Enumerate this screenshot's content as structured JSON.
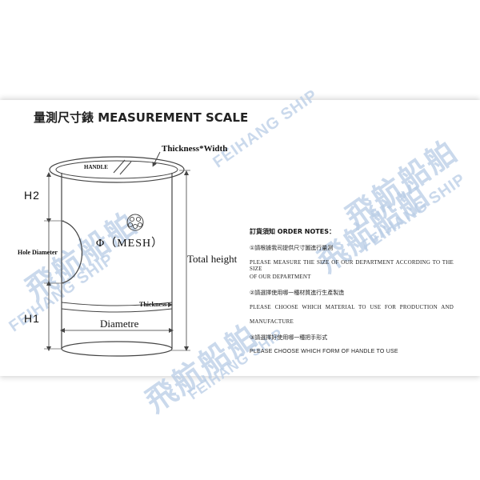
{
  "title": "量測尺寸錶 MEASUREMENT SCALE",
  "watermarks": {
    "cn": "飛航船舶",
    "en": "FEIHANG SHIP"
  },
  "diagram_labels": {
    "thickness_width": "Thickness*Width",
    "handle": "HANDLE",
    "h2": "H2",
    "hole_diameter": "Hole Diameter",
    "mesh": "Φ（MESH）",
    "total_height": "Total height",
    "thickness": "Thickness",
    "diametre": "Diametre",
    "h1": "H1"
  },
  "order_notes": {
    "heading": "訂貨須知 ORDER NOTES：",
    "items": [
      {
        "cn": "①請根據我司提供尺寸圖進行量測",
        "en_line1": "PLEASE MEASURE THE SIZE OF OUR DEPARTMENT ACCORDING TO THE SIZE",
        "en_line2": "OF OUR DEPARTMENT"
      },
      {
        "cn": "②請選擇使用哪一種材質進行生產製造",
        "en_line1": "PLEASE CHOOSE WHICH MATERIAL TO USE FOR PRODUCTION AND",
        "en_line2": "MANUFACTURE"
      },
      {
        "cn": "③請選擇好使用哪一種把手形式",
        "en_line1": "PLEASE CHOOSE WHICH FORM OF HANDLE TO USE",
        "en_line2": ""
      }
    ]
  },
  "colors": {
    "watermark": "#b9cde6",
    "line": "#444444",
    "dim_line": "#666666"
  }
}
